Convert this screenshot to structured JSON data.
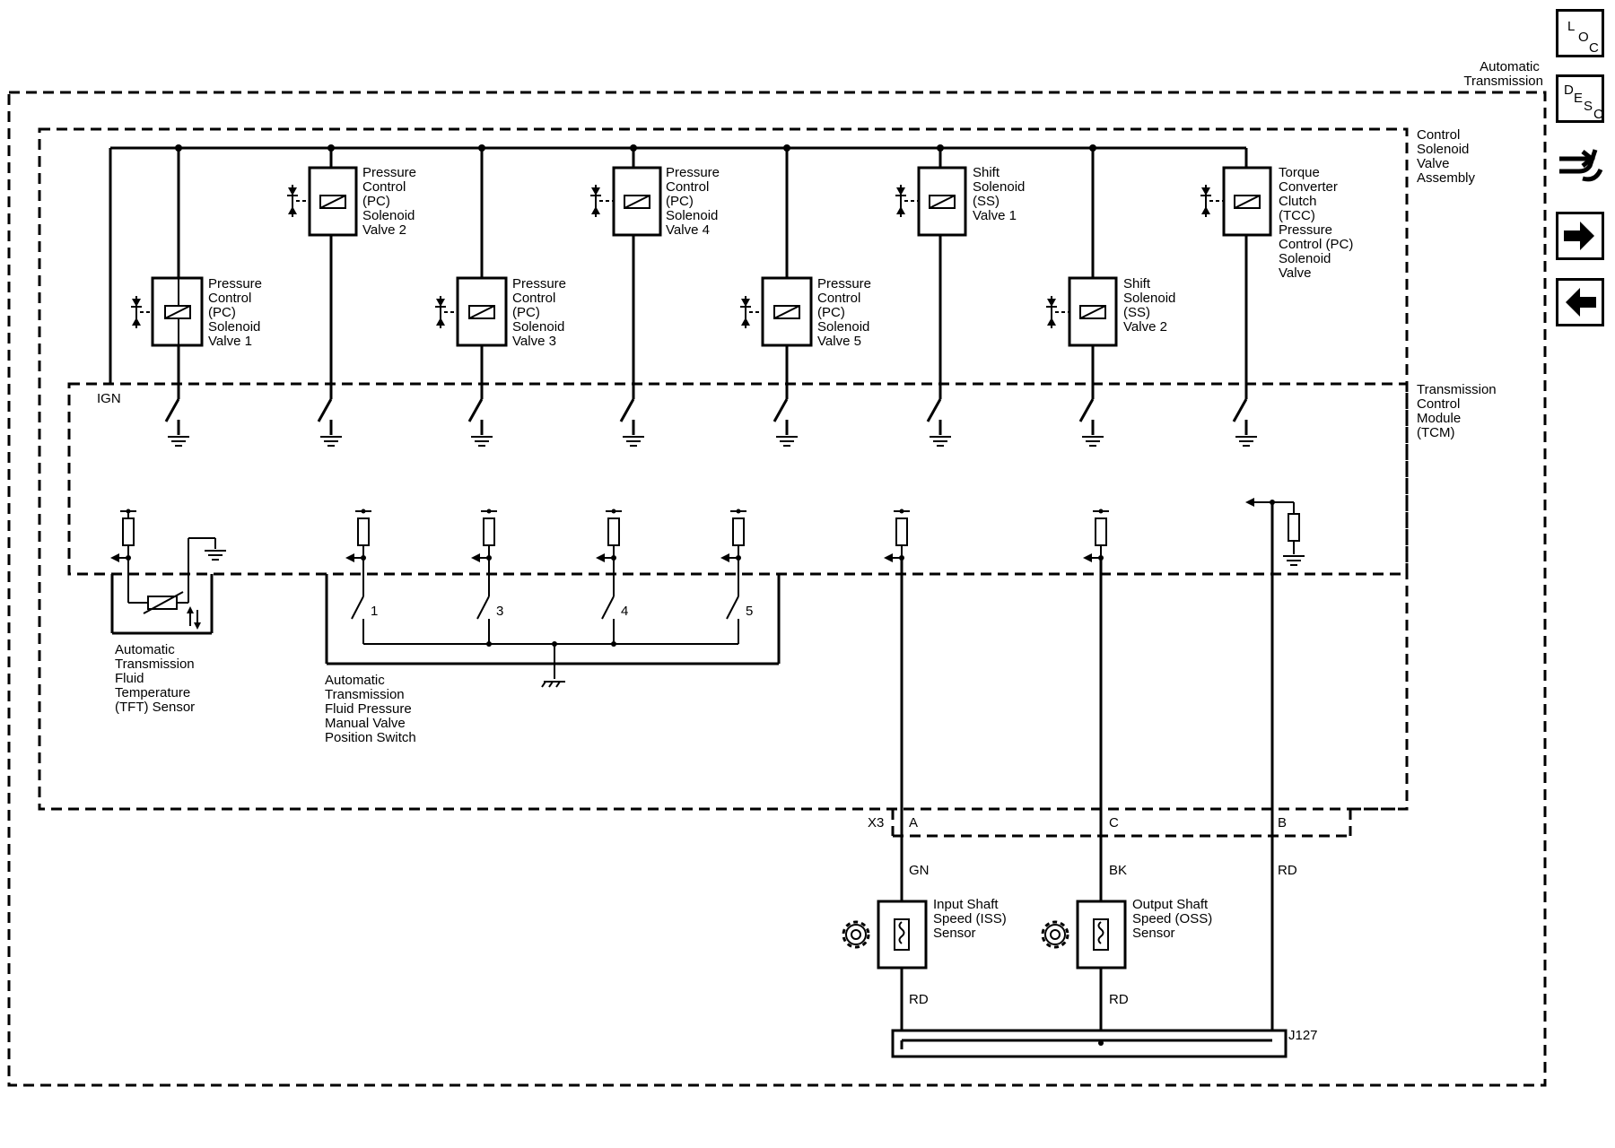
{
  "outer_label": [
    "Automatic",
    "Transmission"
  ],
  "assembly_label": [
    "Control",
    "Solenoid",
    "Valve",
    "Assembly"
  ],
  "module_label": [
    "Transmission",
    "Control",
    "Module",
    "(TCM)"
  ],
  "ign_label": "IGN",
  "solenoids": [
    {
      "lines": [
        "Pressure",
        "Control",
        "(PC)",
        "Solenoid",
        "Valve 1"
      ]
    },
    {
      "lines": [
        "Pressure",
        "Control",
        "(PC)",
        "Solenoid",
        "Valve 2"
      ]
    },
    {
      "lines": [
        "Pressure",
        "Control",
        "(PC)",
        "Solenoid",
        "Valve 3"
      ]
    },
    {
      "lines": [
        "Pressure",
        "Control",
        "(PC)",
        "Solenoid",
        "Valve 4"
      ]
    },
    {
      "lines": [
        "Pressure",
        "Control",
        "(PC)",
        "Solenoid",
        "Valve 5"
      ]
    },
    {
      "lines": [
        "Shift",
        "Solenoid",
        "(SS)",
        "Valve 1"
      ]
    },
    {
      "lines": [
        "Shift",
        "Solenoid",
        "(SS)",
        "Valve 2"
      ]
    },
    {
      "lines": [
        "Torque",
        "Converter",
        "Clutch",
        "(TCC)",
        "Pressure",
        "Control (PC)",
        "Solenoid",
        "Valve"
      ]
    }
  ],
  "tft_label": [
    "Automatic",
    "Transmission",
    "Fluid",
    "Temperature",
    "(TFT) Sensor"
  ],
  "switch_label": [
    "Automatic",
    "Transmission",
    "Fluid Pressure",
    "Manual Valve",
    "Position Switch"
  ],
  "switch_contacts": [
    "1",
    "3",
    "4",
    "5"
  ],
  "connector": {
    "name": "X3",
    "pins": [
      "A",
      "C",
      "B"
    ]
  },
  "wire_colors": {
    "iss_signal": "GN",
    "oss_signal": "BK",
    "supply": "RD",
    "iss_return": "RD",
    "oss_return": "RD"
  },
  "iss_label": [
    "Input Shaft",
    "Speed (ISS)",
    "Sensor"
  ],
  "oss_label": [
    "Output Shaft",
    "Speed (OSS)",
    "Sensor"
  ],
  "splice_label": "J127",
  "nav": {
    "loc": [
      "L",
      "O",
      "C"
    ],
    "desc": [
      "D",
      "E",
      "S",
      "C"
    ],
    "icons": [
      "connector-list-icon",
      "next-arrow-icon",
      "previous-arrow-icon"
    ]
  }
}
